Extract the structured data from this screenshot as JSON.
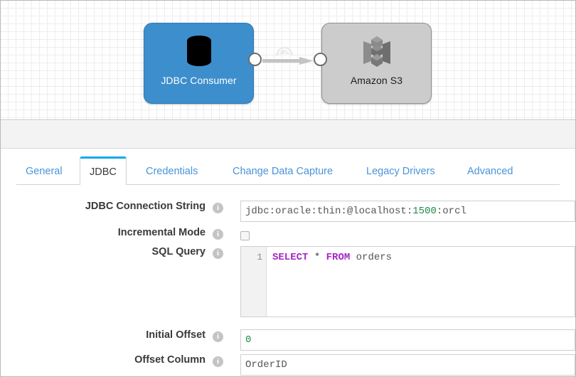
{
  "canvas": {
    "stages": [
      {
        "name": "jdbc-consumer",
        "label": "JDBC Consumer",
        "icon": "database-icon",
        "color": "#3d8ecc",
        "text_color": "#ffffff"
      },
      {
        "name": "amazon-s3",
        "label": "Amazon S3",
        "icon": "aws-s3-bucket-icon",
        "color": "#cccccc",
        "text_color": "#1d1d1d"
      }
    ],
    "connector": {
      "icon": "gauge-icon",
      "arrow": "arrow-right-icon"
    }
  },
  "tabs": [
    {
      "label": "General",
      "active": false
    },
    {
      "label": "JDBC",
      "active": true
    },
    {
      "label": "Credentials",
      "active": false
    },
    {
      "label": "Change Data Capture",
      "active": false
    },
    {
      "label": "Legacy Drivers",
      "active": false
    },
    {
      "label": "Advanced",
      "active": false
    }
  ],
  "active_tab_accent": "#16a9e8",
  "form": {
    "connection_string": {
      "label": "JDBC Connection String",
      "value_prefix": "jdbc:oracle:thin:@localhost:",
      "value_number": "1500",
      "value_suffix": ":orcl",
      "info": "i"
    },
    "incremental_mode": {
      "label": "Incremental Mode",
      "checked": false,
      "info": "i"
    },
    "sql_query": {
      "label": "SQL Query",
      "info": "i",
      "line_number": "1",
      "keyword1": "SELECT",
      "operator": " * ",
      "keyword2": "FROM",
      "identifier": " orders"
    },
    "initial_offset": {
      "label": "Initial Offset",
      "value": "0",
      "info": "i"
    },
    "offset_column": {
      "label": "Offset Column",
      "value": "OrderID",
      "info": "i"
    }
  }
}
